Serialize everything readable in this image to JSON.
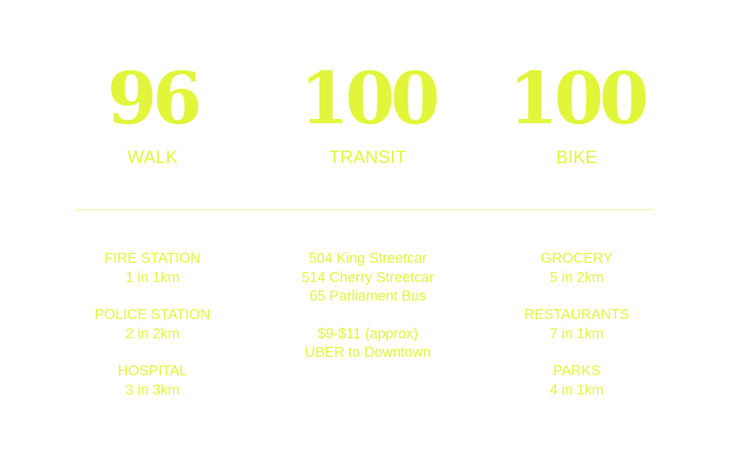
{
  "colors": {
    "accent": "#e1f53b",
    "divider": "#e8f77a",
    "background": "#ffffff"
  },
  "scores": {
    "walk": {
      "value": "96",
      "label": "WALK"
    },
    "transit": {
      "value": "100",
      "label": "TRANSIT"
    },
    "bike": {
      "value": "100",
      "label": "BIKE"
    }
  },
  "walk_details": [
    {
      "title": "FIRE STATION",
      "count": "1 in 1km"
    },
    {
      "title": "POLICE STATION",
      "count": "2 in 2km"
    },
    {
      "title": "HOSPITAL",
      "count": "3 in 3km"
    }
  ],
  "transit_details": {
    "routes": [
      "504 King Streetcar",
      "514 Cherry Streetcar",
      "65 Parliament Bus"
    ],
    "uber_price": "$9-$11 (approx)",
    "uber_label": "UBER to Downtown"
  },
  "bike_details": [
    {
      "title": "GROCERY",
      "count": "5 in 2km"
    },
    {
      "title": "RESTAURANTS",
      "count": "7 in 1km"
    },
    {
      "title": "PARKS",
      "count": "4 in 1km"
    }
  ]
}
